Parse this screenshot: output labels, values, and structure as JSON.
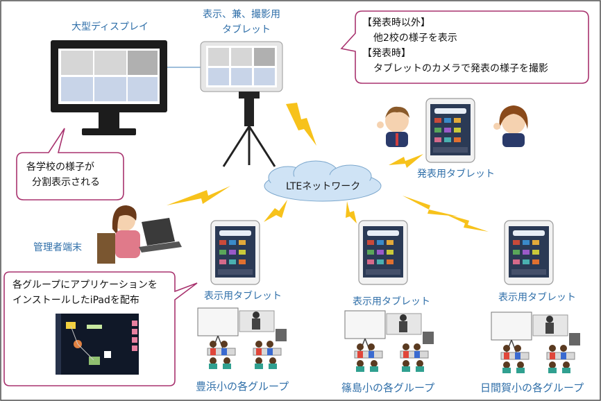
{
  "labels": {
    "display": "大型ディスプレイ",
    "camera_tablet_line1": "表示、兼、撮影用",
    "camera_tablet_line2": "タブレット",
    "presenter_tablet": "発表用タブレット",
    "admin_terminal": "管理者端末",
    "network": "LTEネットワーク",
    "display_tablet_1": "表示用タブレット",
    "display_tablet_2": "表示用タブレット",
    "display_tablet_3": "表示用タブレット",
    "school_1": "豊浜小の各グループ",
    "school_2": "篠島小の各グループ",
    "school_3": "日間賀小の各グループ"
  },
  "callouts": {
    "tablet_modes": {
      "line1": "【発表時以外】",
      "line2": "他2校の様子を表示",
      "line3": "【発表時】",
      "line4": "タブレットのカメラで発表の様子を撮影"
    },
    "split_display": {
      "line1": "各学校の様子が",
      "line2": "分割表示される"
    },
    "ipad_distribution": {
      "line1": "各グループにアプリケーションを",
      "line2": "インストールしたiPadを配布"
    }
  },
  "colors": {
    "label_blue": "#2e6ea8",
    "bolt_yellow": "#f7c21b",
    "bubble_border": "#a8326e",
    "cloud_blue": "#cfe3f5"
  }
}
